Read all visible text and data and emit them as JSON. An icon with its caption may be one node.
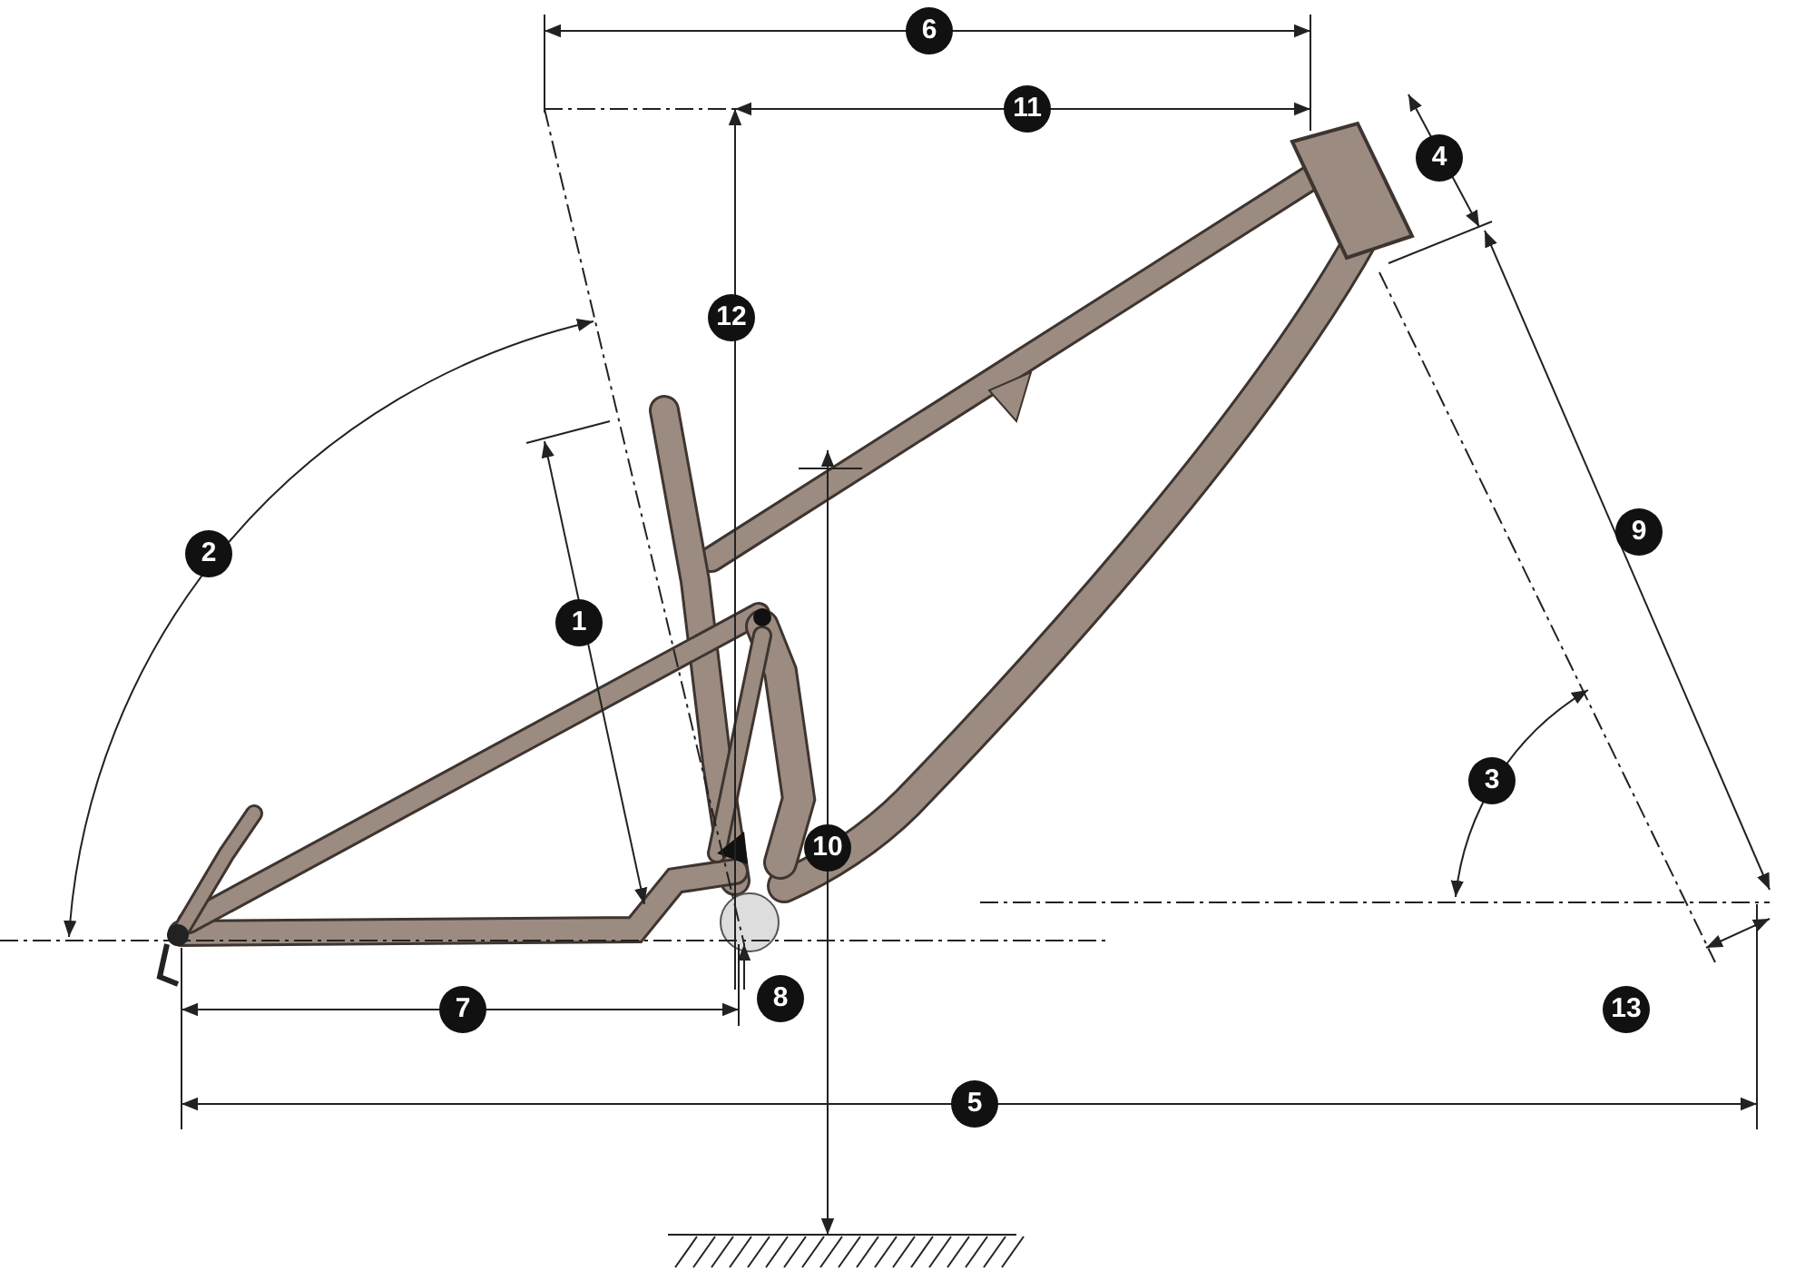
{
  "diagram": {
    "labels": [
      "6",
      "11",
      "4",
      "12",
      "9",
      "2",
      "1",
      "3",
      "10",
      "7",
      "8",
      "13",
      "5"
    ]
  }
}
